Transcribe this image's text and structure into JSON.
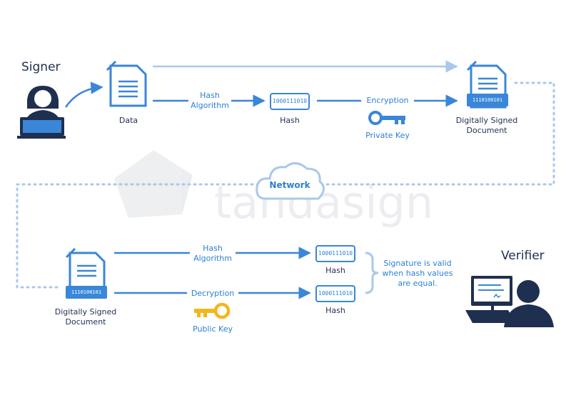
{
  "signer": {
    "title": "Signer"
  },
  "verifier": {
    "title": "Verifier"
  },
  "top_flow": {
    "data_label": "Data",
    "hash_algorithm_label": "Hash\nAlgorithm",
    "hash_value": "1000111010",
    "hash_label": "Hash",
    "encryption_label": "Encryption",
    "private_key_label": "Private Key",
    "signed_doc_bits": "1110100101",
    "signed_doc_label": "Digitally Signed\nDocument"
  },
  "network": {
    "label": "Network"
  },
  "bottom_flow": {
    "signed_doc_bits": "1110100101",
    "signed_doc_label": "Digitally Signed\nDocument",
    "hash_algorithm_label": "Hash\nAlgorithm",
    "decryption_label": "Decryption",
    "public_key_label": "Public Key",
    "hash1_value": "1000111010",
    "hash1_label": "Hash",
    "hash2_value": "1000111010",
    "hash2_label": "Hash",
    "validity_note": "Signature is valid\nwhen hash values\nare equal."
  },
  "watermark": {
    "brand": "tandasign"
  },
  "colors": {
    "blue": "#3a86d8",
    "light_blue": "#a9c8ec",
    "navy": "#1f2f4f",
    "gold": "#f2b71c"
  }
}
